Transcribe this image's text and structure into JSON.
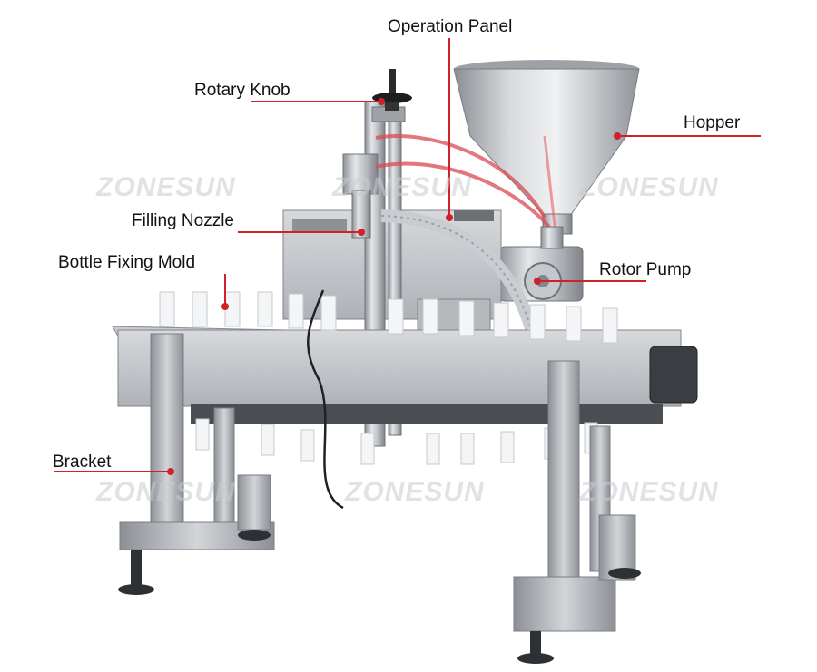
{
  "watermark": "ZONESUN",
  "callouts": {
    "operation_panel": "Operation Panel",
    "rotary_knob": "Rotary Knob",
    "hopper": "Hopper",
    "filling_nozzle": "Filling Nozzle",
    "bottle_fixing_mold": "Bottle Fixing Mold",
    "rotor_pump": "Rotor Pump",
    "bracket": "Bracket"
  },
  "colors": {
    "leader_line": "#d0212b",
    "steel": "#b9bdc2",
    "aluminum": "#a9adb3",
    "background": "#ffffff"
  }
}
